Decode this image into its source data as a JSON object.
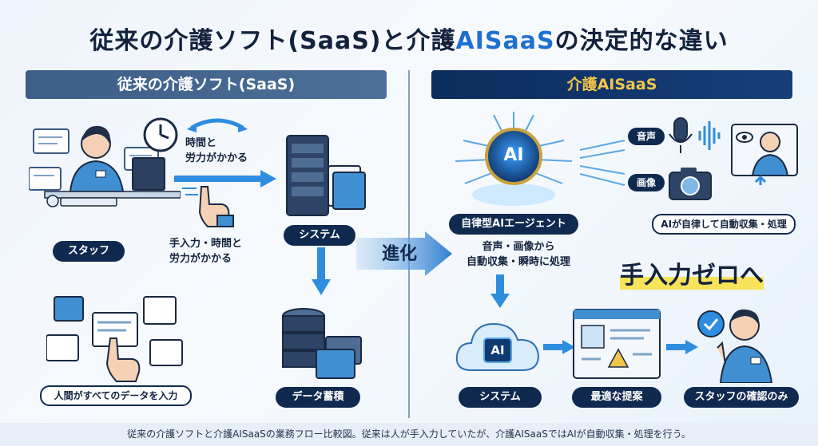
{
  "title": {
    "part1": "従来の介護ソフト(SaaS)と介護",
    "highlight": "AISaaS",
    "part2": "の決定的な違い"
  },
  "left": {
    "header": "従来の介護ソフト(SaaS)",
    "time_label": "時間と\n労力がかかる",
    "staff_label": "スタッフ",
    "manual_label": "手入力・時間と\n労力がかかる",
    "system_label": "システム",
    "data_label": "データ蓄積",
    "input_label": "人間がすべてのデータを入力"
  },
  "center": {
    "evolve_label": "進化"
  },
  "right": {
    "header": "介護AISaaS",
    "ai_core": "AI",
    "agent_label": "自律型AIエージェント",
    "voice_label": "音声",
    "image_label": "画像",
    "auto_label": "AIが自律して自動収集・処理",
    "process_label": "音声・画像から\n自動収集・瞬時に処理",
    "zero_label": "手入力ゼロへ",
    "cloud_ai": "AI",
    "system_label": "システム",
    "proposal_label": "最適な提案",
    "confirm_label": "スタッフの確認のみ"
  },
  "caption": "従来の介護ソフトと介護AISaaSの業務フロー比較図。従来は人が手入力していたが、介護AISaaSではAIが自動収集・処理を行う。",
  "colors": {
    "navy": "#10294f",
    "accent": "#1e6fd0",
    "gold": "#f3c64a",
    "arrow": "#2f8de0"
  }
}
